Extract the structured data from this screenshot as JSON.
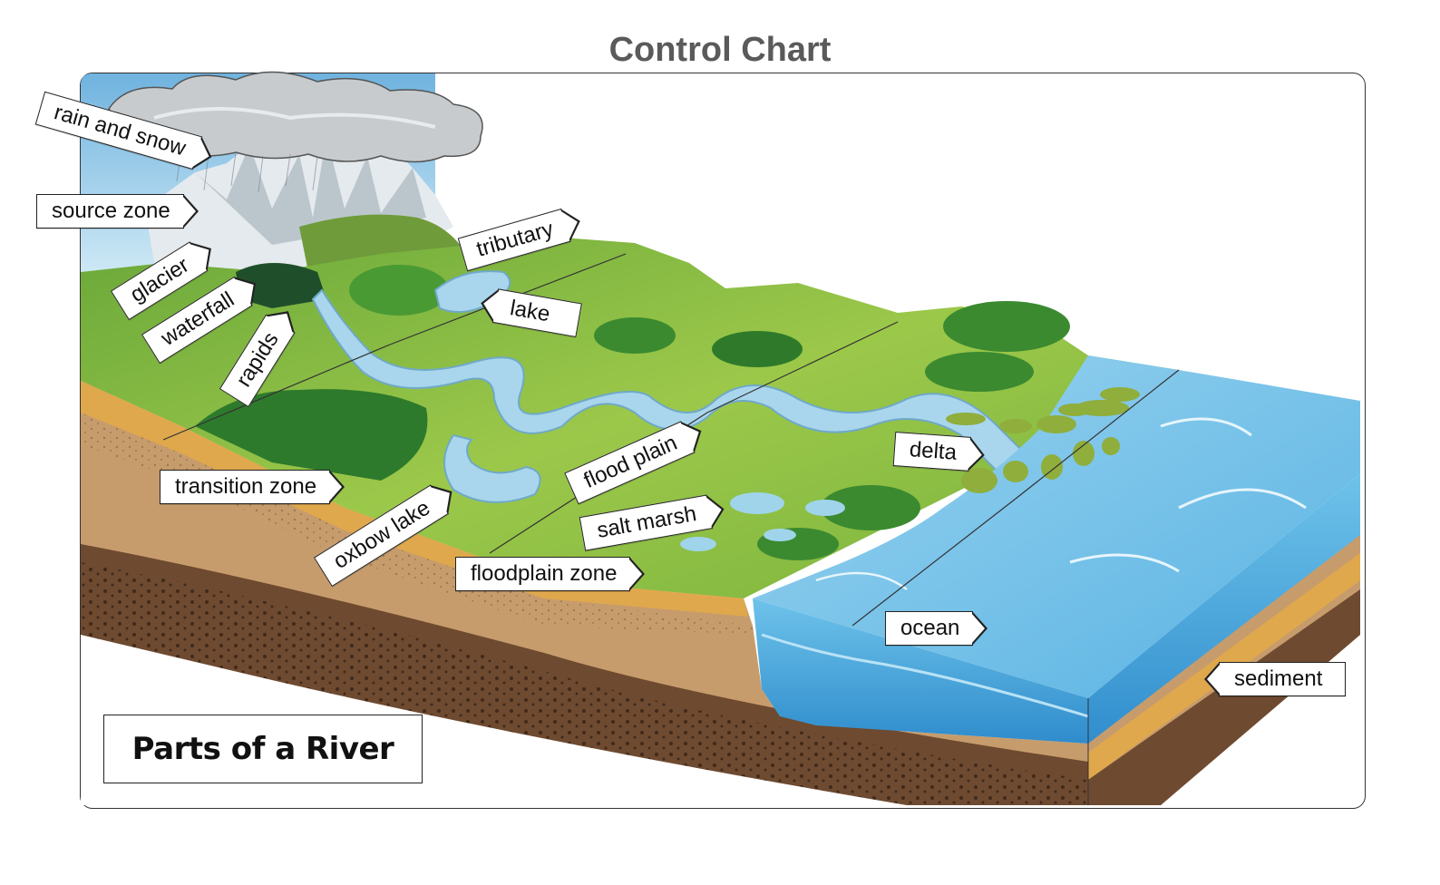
{
  "page_title": "Control Chart",
  "diagram_title": "Parts of a River",
  "labels": {
    "rain_and_snow": "rain and snow",
    "source_zone": "source zone",
    "glacier": "glacier",
    "waterfall": "waterfall",
    "rapids": "rapids",
    "tributary": "tributary",
    "lake": "lake",
    "transition_zone": "transition zone",
    "oxbow_lake": "oxbow lake",
    "flood_plain": "flood plain",
    "salt_marsh": "salt marsh",
    "floodplain_zone": "floodplain zone",
    "delta": "delta",
    "ocean": "ocean",
    "sediment": "sediment"
  },
  "colors": {
    "sky": "#8fc6e8",
    "grass": "#7fb539",
    "forest": "#2f7a2a",
    "river": "#a9d6ec",
    "ocean": "#5fb8e4",
    "ocean_deep": "#2a88c8",
    "soil_top": "#d9a64a",
    "soil_mid": "#c49a6c",
    "soil_dark": "#6b4a32",
    "mountain": "#dfe6ea",
    "cloud": "#c9cdd0"
  }
}
